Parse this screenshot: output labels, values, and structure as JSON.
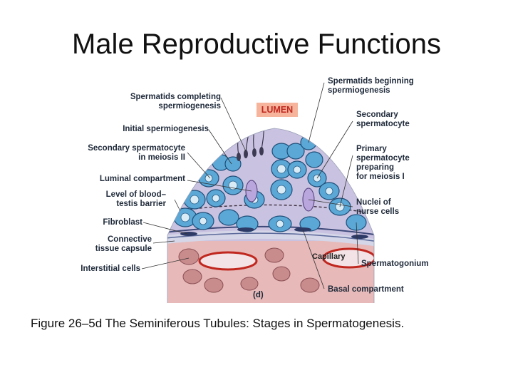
{
  "title": "Male Reproductive Functions",
  "caption": "Figure 26–5d The Seminiferous Tubules: Stages in Spermatogenesis.",
  "figure": {
    "panel_letter": "(d)",
    "lumen": "LUMEN",
    "capillary": "Capillary",
    "left_labels": {
      "completing_1": "Spermatids completing",
      "completing_2": "spermiogenesis",
      "initial": "Initial spermiogenesis",
      "secondary_1": "Secondary spermatocyte",
      "secondary_2": "in meiosis II",
      "luminal": "Luminal compartment",
      "barrier_1": "Level of blood–",
      "barrier_2": "testis barrier",
      "fibroblast": "Fibroblast",
      "capsule_1": "Connective",
      "capsule_2": "tissue capsule",
      "interstitial": "Interstitial cells"
    },
    "right_labels": {
      "beginning_1": "Spermatids beginning",
      "beginning_2": "spermiogenesis",
      "secondary_1": "Secondary",
      "secondary_2": "spermatocyte",
      "primary_1": "Primary",
      "primary_2": "spermatocyte",
      "primary_3": "preparing",
      "primary_4": "for meiosis I",
      "nurse_1": "Nuclei of",
      "nurse_2": "nurse cells",
      "spermatogonium": "Spermatogonium",
      "basal": "Basal compartment"
    }
  }
}
